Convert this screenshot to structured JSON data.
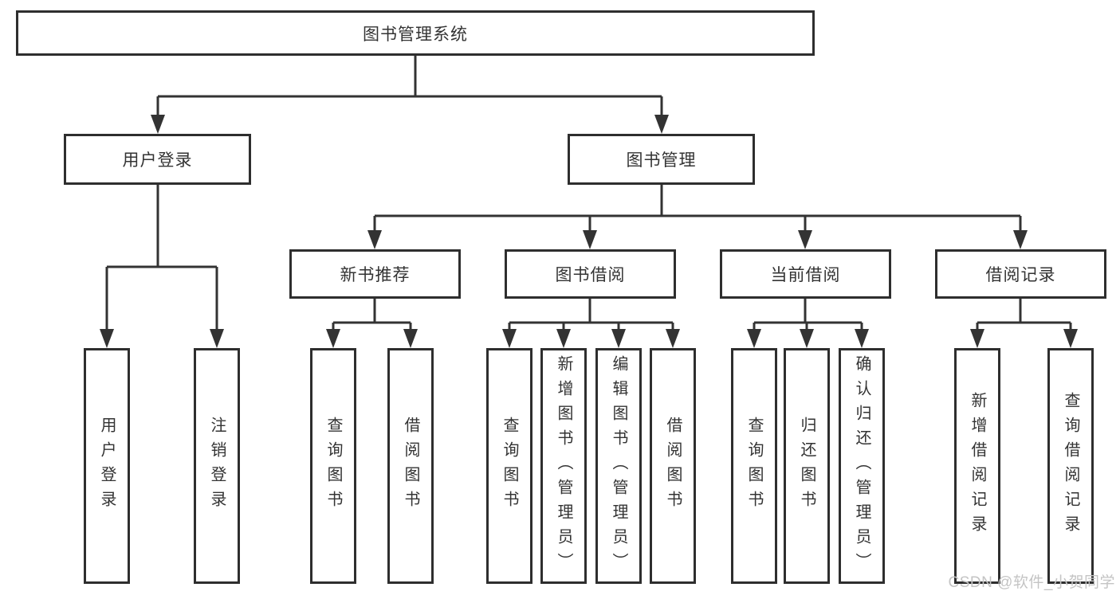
{
  "diagram": {
    "root": {
      "label": "图书管理系统"
    },
    "branches": {
      "user_login": {
        "label": "用户登录",
        "children": [
          {
            "label": "用户登录"
          },
          {
            "label": "注销登录"
          }
        ]
      },
      "book_management": {
        "label": "图书管理",
        "children": [
          {
            "label": "新书推荐",
            "children": [
              {
                "label": "查询图书"
              },
              {
                "label": "借阅图书"
              }
            ]
          },
          {
            "label": "图书借阅",
            "children": [
              {
                "label": "查询图书"
              },
              {
                "label": "新增图书（管理员）"
              },
              {
                "label": "编辑图书（管理员）"
              },
              {
                "label": "借阅图书"
              }
            ]
          },
          {
            "label": "当前借阅",
            "children": [
              {
                "label": "查询图书"
              },
              {
                "label": "归还图书"
              },
              {
                "label": "确认归还（管理员）"
              }
            ]
          },
          {
            "label": "借阅记录",
            "children": [
              {
                "label": "新增借阅记录"
              },
              {
                "label": "查询借阅记录"
              }
            ]
          }
        ]
      }
    }
  },
  "watermark": {
    "text": "CSDN @软件_小贺同学"
  },
  "colors": {
    "background": "#ffffff",
    "line": "#333333",
    "border": "#2e2e2e",
    "text": "#333333",
    "watermark": "#c4c4c4"
  }
}
